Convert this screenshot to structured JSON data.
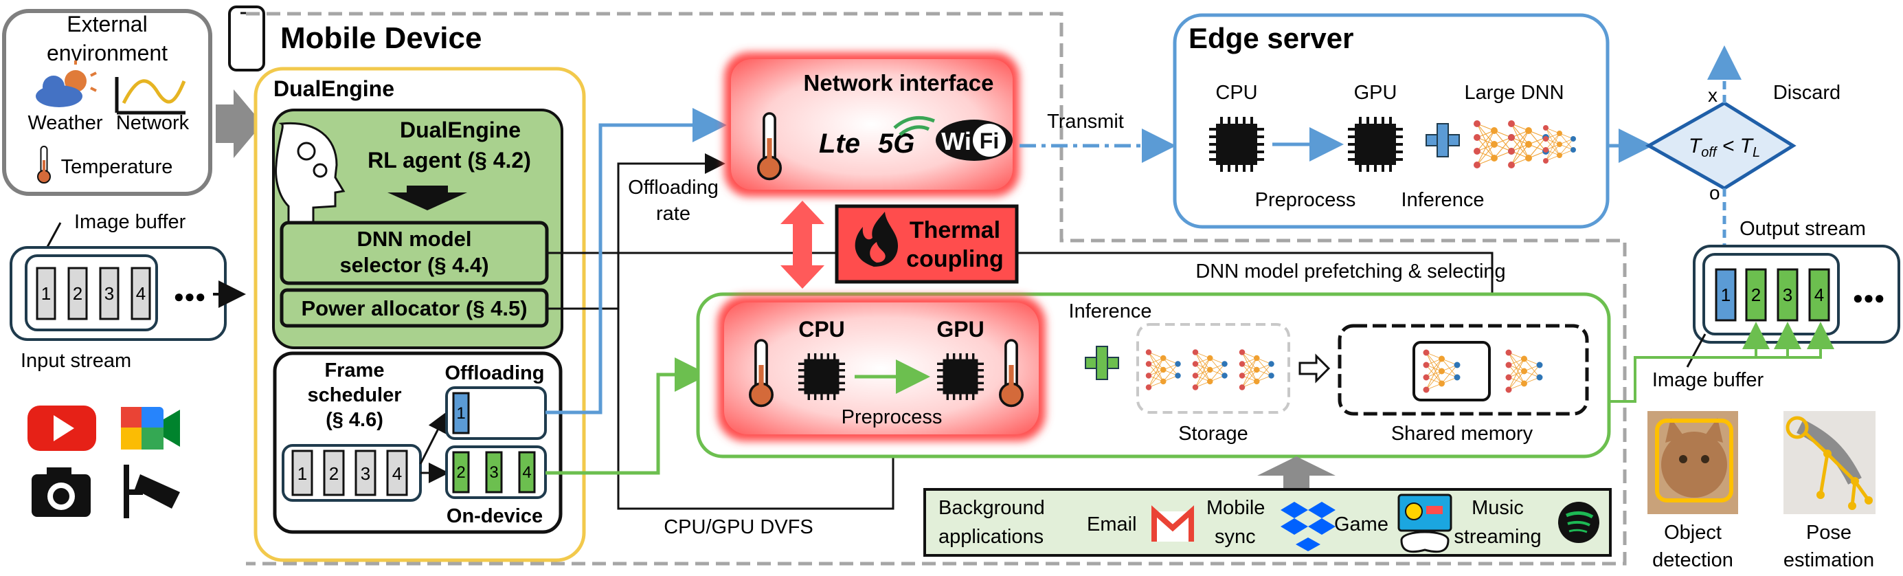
{
  "external_env": {
    "title_line1": "External",
    "title_line2": "environment",
    "weather": "Weather",
    "network": "Network",
    "temperature": "Temperature"
  },
  "input": {
    "image_buffer": "Image buffer",
    "frames": [
      "1",
      "2",
      "3",
      "4"
    ],
    "more": "●●●",
    "input_stream": "Input stream"
  },
  "mobile": {
    "title": "Mobile Device",
    "dualengine": "DualEngine",
    "agent_line1": "DualEngine",
    "agent_line2": "RL agent (§ 4.2)",
    "selector_line1": "DNN model",
    "selector_line2": "selector (§ 4.4)",
    "power_allocator": "Power allocator (§ 4.5)",
    "frame_scheduler_line1": "Frame",
    "frame_scheduler_line2": "scheduler",
    "frame_scheduler_line3": "(§ 4.6)",
    "offloading": "Offloading",
    "on_device": "On-device",
    "sched_frames": [
      "1",
      "2",
      "3",
      "4"
    ],
    "offload_frames": [
      "1"
    ],
    "ondevice_frames": [
      "2",
      "3",
      "4"
    ]
  },
  "network_interface": {
    "title": "Network interface",
    "lte": "Lte",
    "fiveg": "5G",
    "wifi_a": "Wi",
    "wifi_b": "Fi"
  },
  "labels": {
    "offloading_rate_line1": "Offloading",
    "offloading_rate_line2": "rate",
    "transmit": "Transmit",
    "thermal_line1": "Thermal",
    "thermal_line2": "coupling",
    "prefetch": "DNN model prefetching & selecting",
    "cpu_gpu_dvfs": "CPU/GPU DVFS"
  },
  "soc": {
    "cpu": "CPU",
    "gpu": "GPU",
    "preprocess": "Preprocess",
    "inference": "Inference",
    "storage": "Storage",
    "shared_memory": "Shared memory"
  },
  "edge": {
    "title": "Edge server",
    "cpu": "CPU",
    "gpu": "GPU",
    "large_dnn": "Large DNN",
    "preprocess": "Preprocess",
    "inference": "Inference"
  },
  "decision": {
    "discard": "Discard",
    "x": "x",
    "o": "o",
    "condition_base": "T",
    "condition_sub1": "off",
    "condition_sub2": "L",
    "condition_op": " < "
  },
  "output": {
    "output_stream": "Output stream",
    "frames": [
      "1",
      "2",
      "3",
      "4"
    ],
    "more": "●●●",
    "image_buffer": "Image buffer"
  },
  "background": {
    "title_line1": "Background",
    "title_line2": "applications",
    "email": "Email",
    "mobile_line1": "Mobile",
    "mobile_line2": "sync",
    "game": "Game",
    "music_line1": "Music",
    "music_line2": "streaming"
  },
  "tasks": {
    "object_line1": "Object",
    "object_line2": "detection",
    "pose_line1": "Pose",
    "pose_line2": "estimation"
  },
  "colors": {
    "blue": "#5b9bd5",
    "green": "#6cbf4f",
    "light_green": "#a9d18e",
    "red": "#ff5050",
    "yellow": "#f2c94c",
    "gray": "#9a9a9a"
  }
}
